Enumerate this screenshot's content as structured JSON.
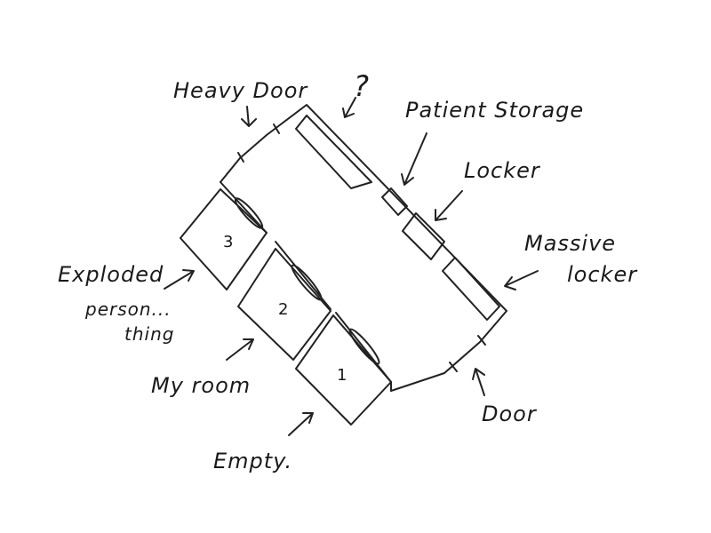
{
  "labels": {
    "heavy_door": "Heavy Door",
    "question": "?",
    "patient_storage": "Patient Storage",
    "locker": "Locker",
    "massive_locker_1": "Massive",
    "massive_locker_2": "locker",
    "exploded_1": "Exploded",
    "exploded_2": "person...",
    "exploded_3": "thing",
    "my_room": "My room",
    "empty": "Empty.",
    "door": "Door"
  },
  "rooms": [
    "3",
    "2",
    "1"
  ]
}
